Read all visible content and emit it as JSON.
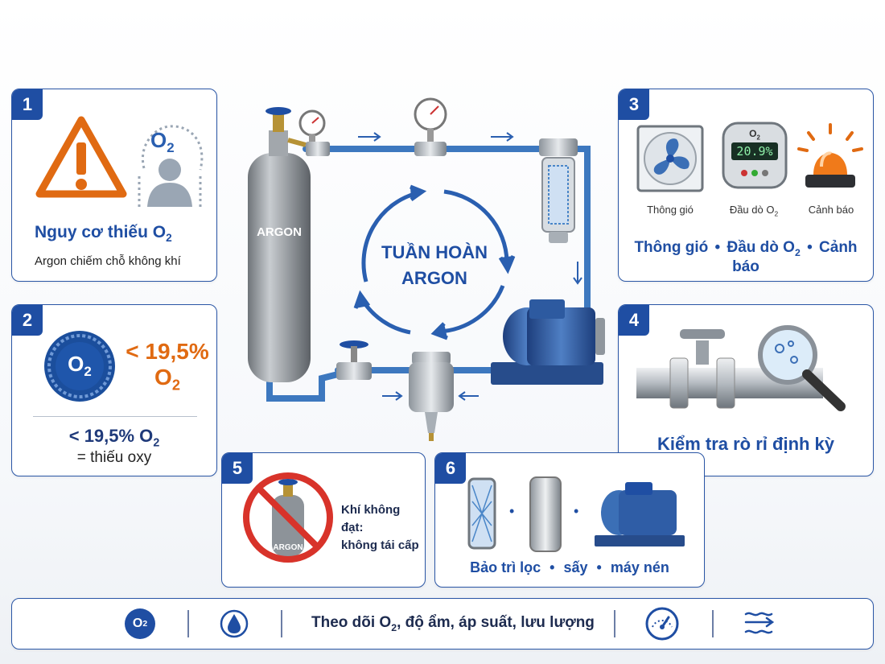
{
  "steps": {
    "s1": {
      "number": "1",
      "title": "Nguy cơ thiếu O",
      "title_sub": "2",
      "subtitle": "Argon chiếm chỗ không khí",
      "icon_label": "O",
      "icon_label_sub": "2"
    },
    "s2": {
      "number": "2",
      "gauge_label": "O",
      "gauge_label_sub": "2",
      "threshold_line1": "< 19,5%",
      "threshold_line2": "O",
      "threshold_line2_sub": "2",
      "caption_line1": "< 19,5% O",
      "caption_line1_sub": "2",
      "caption_line2": "= thiếu oxy"
    },
    "s3": {
      "number": "3",
      "items": [
        {
          "label": "Thông gió"
        },
        {
          "label": "Đầu dò O",
          "sub": "2"
        },
        {
          "label": "Cảnh báo"
        }
      ],
      "detector_display": "20.9%",
      "detector_top_label": "O",
      "detector_top_sub": "2",
      "summary_a": "Thông gió",
      "summary_b": "Đầu dò O",
      "summary_b_sub": "2",
      "summary_c": "Cảnh báo",
      "separator": "•"
    },
    "s4": {
      "number": "4",
      "caption": "Kiểm tra rò rỉ định kỳ"
    },
    "s5": {
      "number": "5",
      "cylinder_label": "ARGON",
      "text_line1": "Khí không đạt:",
      "text_line2": "không tái cấp"
    },
    "s6": {
      "number": "6",
      "separator": "•",
      "caption_a": "Bảo trì lọc",
      "caption_b": "sấy",
      "caption_c": "máy nén"
    }
  },
  "diagram": {
    "cylinder_label": "ARGON",
    "cycle_line1": "TUẦN HOÀN",
    "cycle_line2": "ARGON"
  },
  "footer": {
    "o2_icon_label": "O",
    "o2_icon_sub": "2",
    "text_pre": "Theo dõi O",
    "text_sub": "2",
    "text_post": ", độ ẩm, áp suất, lưu lượng"
  },
  "colors": {
    "brand_blue": "#1f4ea3",
    "warning_orange": "#e06a12",
    "prohibit_red": "#d8332a",
    "pipe_blue": "#4a86c8"
  }
}
